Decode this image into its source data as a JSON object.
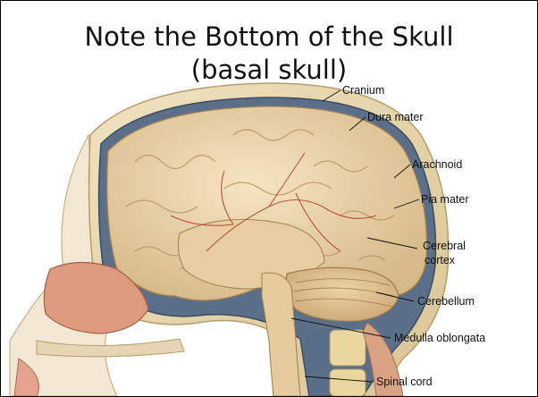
{
  "slide": {
    "title_line1": "Note the Bottom of the Skull",
    "title_line2": "(basal skull)"
  },
  "labels": [
    {
      "id": "cranium",
      "text": "Cranium"
    },
    {
      "id": "dura-mater",
      "text": "Dura mater"
    },
    {
      "id": "arachnoid",
      "text": "Arachnoid"
    },
    {
      "id": "pia-mater",
      "text": "Pia mater"
    },
    {
      "id": "cerebral-cortex",
      "text": "Cerebral cortex"
    },
    {
      "id": "cerebellum",
      "text": "Cerebellum"
    },
    {
      "id": "medulla-oblongata",
      "text": "Medulla oblongata"
    },
    {
      "id": "spinal-cord",
      "text": "Spinal cord"
    }
  ],
  "colors": {
    "skull": "#eadcb4",
    "dura": "#4a5f78",
    "brain": "#ecd6ae",
    "vessels": "#b23a2a",
    "nasal": "#de9a7c"
  }
}
